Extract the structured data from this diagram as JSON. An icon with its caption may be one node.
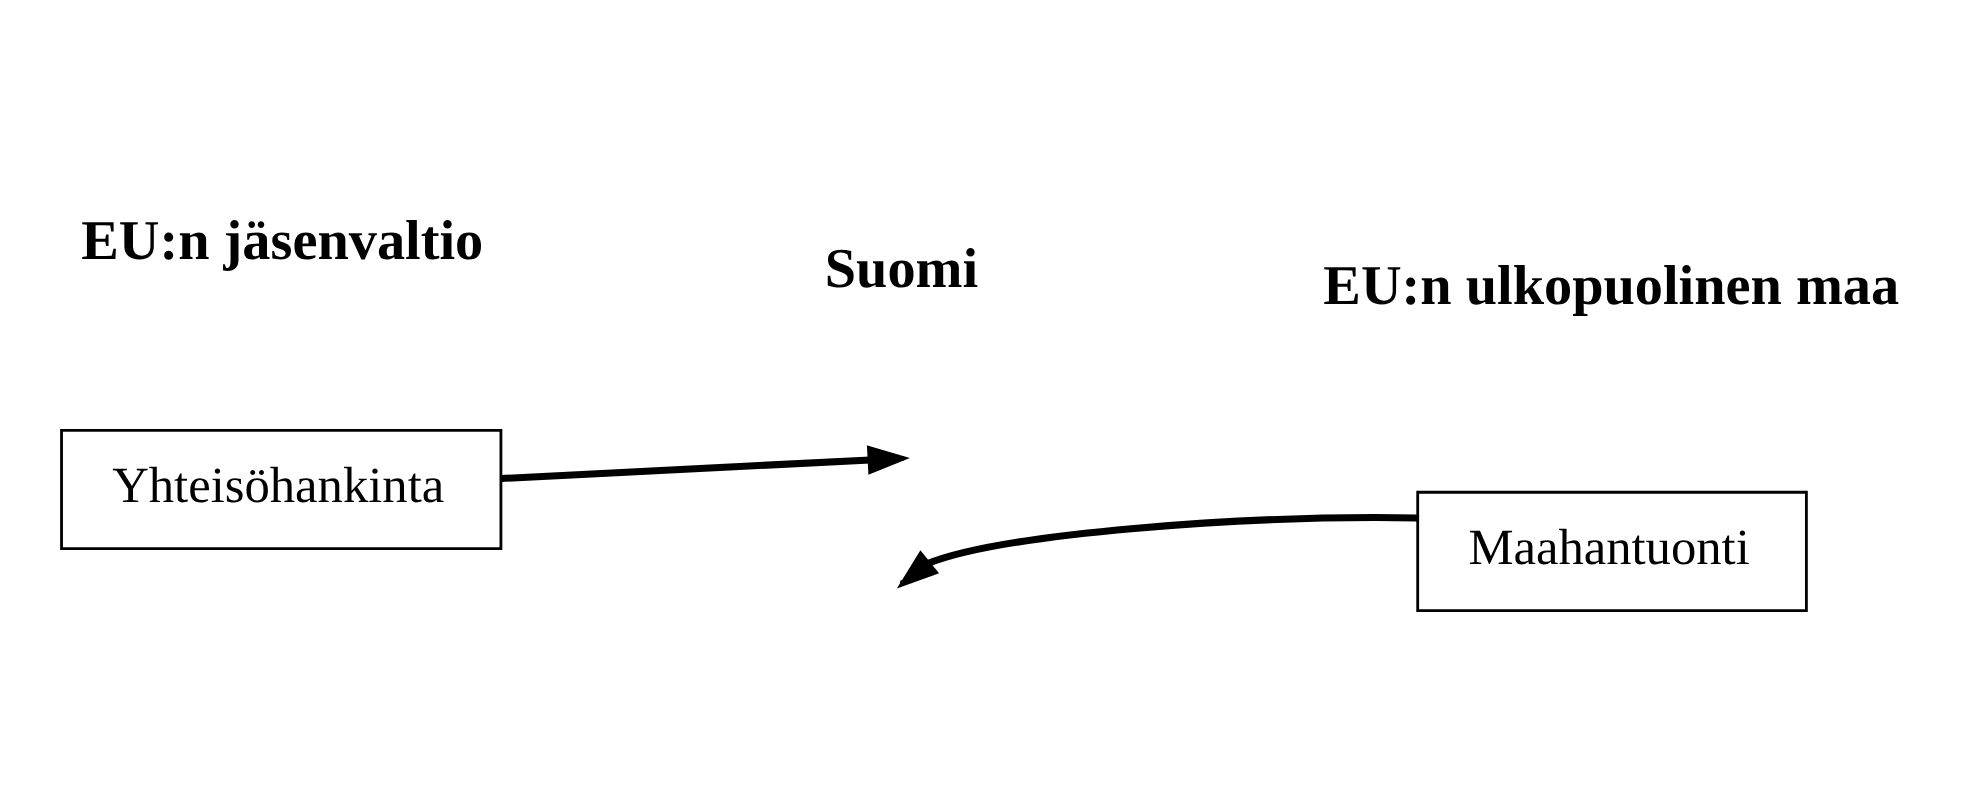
{
  "diagram": {
    "nodes": [
      {
        "text": [
          "Yhteisöhankinta"
        ]
      },
      {
        "text": [
          "Maahantuonti"
        ]
      }
    ],
    "edges": [
      {
        "from": 0,
        "to": null,
        "arrow": "to"
      },
      {
        "from": 1,
        "to": null,
        "arrow": "to"
      }
    ],
    "labels": [
      "EU:n jäsenvaltio",
      "Suomi",
      "EU:n ulkopuolinen maa"
    ]
  }
}
